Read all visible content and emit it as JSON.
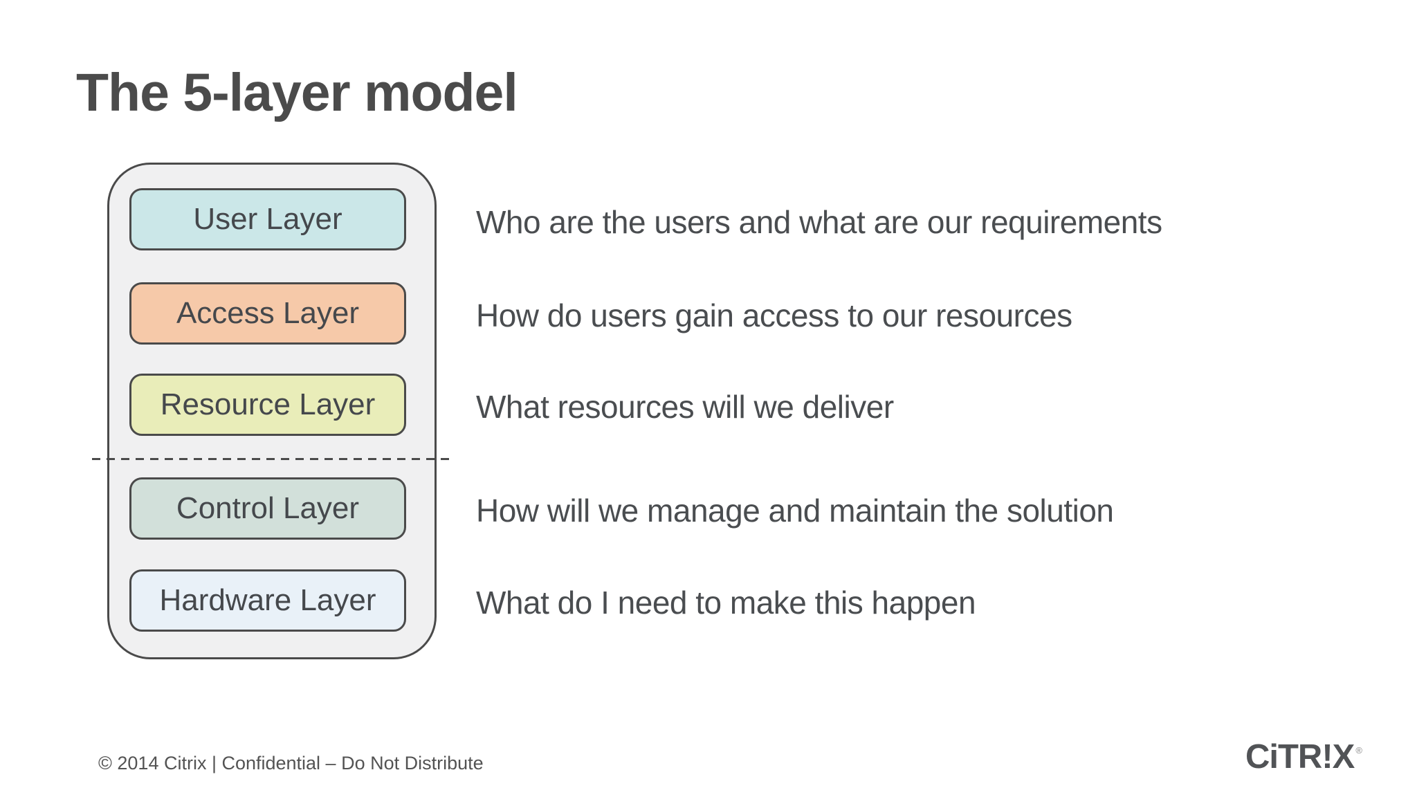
{
  "slide": {
    "title": "The 5-layer model",
    "layers": [
      {
        "label": "User Layer",
        "description": "Who are the users and what are our requirements",
        "fill": "#cbe7e8"
      },
      {
        "label": "Access Layer",
        "description": "How do users gain access to our resources",
        "fill": "#f6c9a9"
      },
      {
        "label": "Resource Layer",
        "description": "What resources will we deliver",
        "fill": "#e9edb9"
      },
      {
        "label": "Control Layer",
        "description": "How will we manage and maintain the solution",
        "fill": "#d2e0da"
      },
      {
        "label": "Hardware Layer",
        "description": "What do I need to make this happen",
        "fill": "#e9f1f8"
      }
    ],
    "footer": {
      "copyright": "© 2014 Citrix | Confidential – Do Not Distribute"
    },
    "logo": {
      "text": "CiTR!X",
      "registered": "®"
    },
    "colors": {
      "background": "#ffffff",
      "title_text": "#4b4b4b",
      "body_text": "#4a4d50",
      "stroke": "#4a4a4a",
      "container_fill": "#f0f0f1",
      "logo_text": "#515356"
    }
  }
}
